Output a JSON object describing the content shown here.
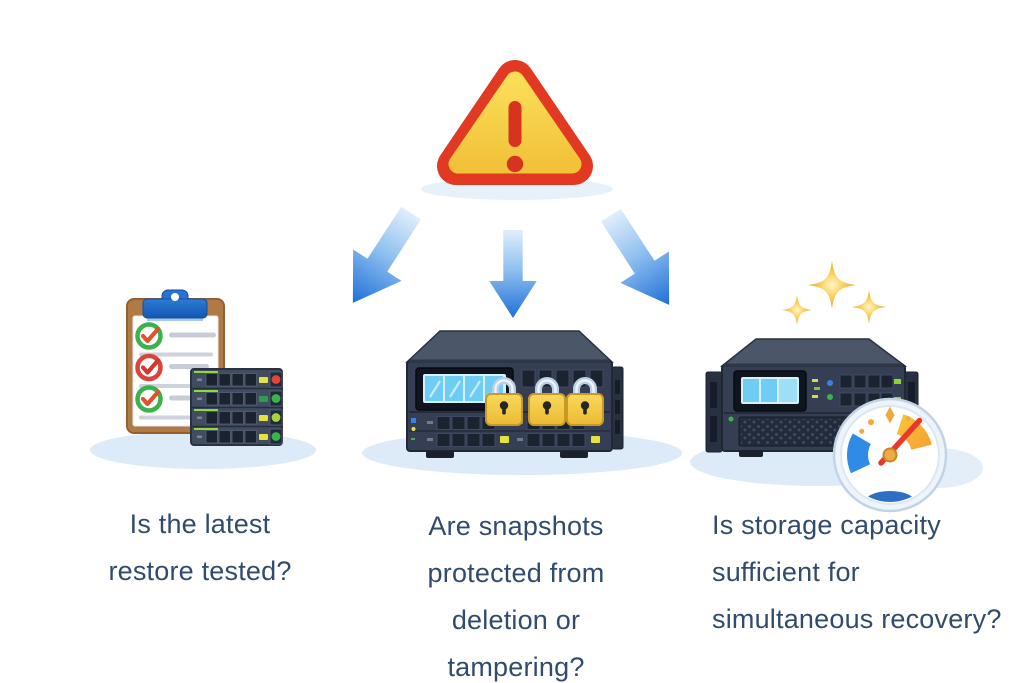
{
  "diagram_title": "",
  "warning": {
    "icon": "warning-triangle"
  },
  "questions": [
    {
      "id": "restore-tested",
      "icon": "checklist-and-server-rack",
      "lines": [
        "Is the latest",
        "restore tested?"
      ],
      "text": "Is the latest restore tested?"
    },
    {
      "id": "snapshots-protected",
      "icon": "server-with-padlocks",
      "lines": [
        "Are snapshots",
        "protected from",
        "deletion or",
        "tampering?"
      ],
      "text": "Are snapshots protected from deletion or tampering?"
    },
    {
      "id": "storage-capacity",
      "icon": "server-with-gauge-and-sparkles",
      "lines": [
        "Is storage capacity",
        "sufficient for",
        "simultaneous recovery?"
      ],
      "text": "Is storage capacity sufficient for simultaneous recovery?"
    }
  ],
  "colors": {
    "background": "#ffffff",
    "text": "#314b6e",
    "arrow_blue": "#1e6fd9",
    "warning_red": "#e23a22",
    "warning_yellow": "#f5c843",
    "lock_gold": "#f3c844",
    "shadow_blue": "#ddeaf8",
    "chassis_dark": "#353e52",
    "screen_blue": "#6fccf4",
    "led_green": "#39b44a",
    "led_red": "#e04634",
    "led_yellow": "#e6e33e",
    "gauge_blue": "#2e8ce6",
    "gauge_orange": "#f6a838",
    "needle_red": "#e8392a",
    "clipboard_brown": "#b07a46",
    "clip_blue": "#1f66c4"
  }
}
